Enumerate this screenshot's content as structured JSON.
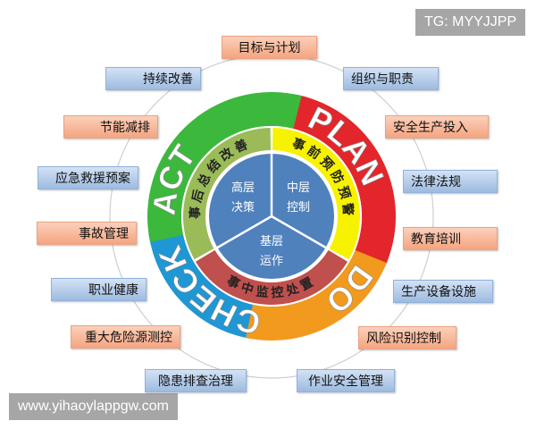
{
  "watermark_top": "TG: MYYJJPP",
  "watermark_bottom": "www.yihaoylappgw.com",
  "cycle": {
    "act": "ACT",
    "plan": "PLAN",
    "do": "DO",
    "check": "CHECK",
    "colors": {
      "act": "#3cb83c",
      "plan": "#e3262b",
      "do": "#f29a1d",
      "check": "#1f97d4"
    }
  },
  "middle_ring": {
    "after": "事后总结改善",
    "before": "事前预防预警",
    "during": "事中监控处置",
    "colors": {
      "after": "#9bbb59",
      "before": "#f7f200",
      "during": "#c0504d"
    }
  },
  "core": {
    "top_left": [
      "高层",
      "决策"
    ],
    "top_right": [
      "中层",
      "控制"
    ],
    "bottom": [
      "基层",
      "运作"
    ],
    "color": "#4f81bd"
  },
  "elements": [
    {
      "label": "目标与计划",
      "style": "salmon"
    },
    {
      "label": "持续改善",
      "style": "blue"
    },
    {
      "label": "组织与职责",
      "style": "blue"
    },
    {
      "label": "节能减排",
      "style": "salmon"
    },
    {
      "label": "安全生产投入",
      "style": "salmon"
    },
    {
      "label": "应急救援预案",
      "style": "blue"
    },
    {
      "label": "法律法规",
      "style": "blue"
    },
    {
      "label": "事故管理",
      "style": "salmon"
    },
    {
      "label": "教育培训",
      "style": "salmon"
    },
    {
      "label": "职业健康",
      "style": "blue"
    },
    {
      "label": "生产设备设施",
      "style": "blue"
    },
    {
      "label": "重大危险源测控",
      "style": "salmon"
    },
    {
      "label": "风险识别控制",
      "style": "salmon"
    },
    {
      "label": "隐患排查治理",
      "style": "blue"
    },
    {
      "label": "作业安全管理",
      "style": "blue"
    }
  ]
}
